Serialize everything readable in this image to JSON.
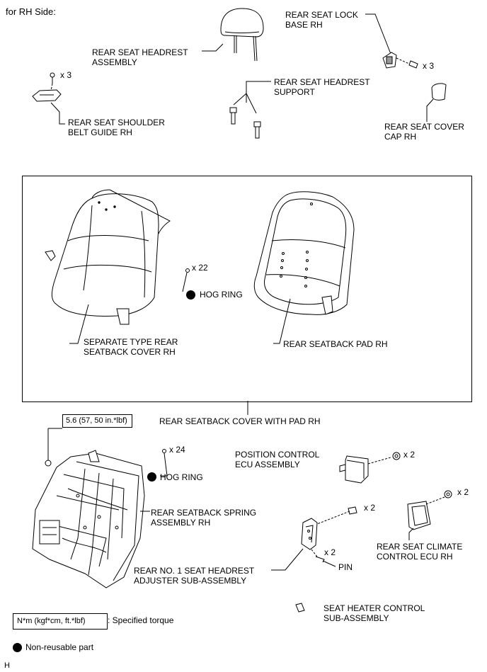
{
  "header": {
    "side_label": "for RH Side:"
  },
  "labels": {
    "headrest_assembly": "REAR SEAT HEADREST\nASSEMBLY",
    "lock_base": "REAR SEAT LOCK\nBASE RH",
    "lock_base_qty": "x 3",
    "shoulder_guide_qty": "x 3",
    "headrest_support": "REAR SEAT HEADREST\nSUPPORT",
    "shoulder_belt_guide": "REAR SEAT SHOULDER\nBELT GUIDE RH",
    "cover_cap": "REAR SEAT COVER\nCAP RH",
    "hog_ring_qty_top": "x 22",
    "hog_ring_top": "HOG RING",
    "separate_cover": "SEPARATE TYPE REAR\nSEATBACK COVER RH",
    "seatback_pad": "REAR SEATBACK PAD RH",
    "cover_with_pad": "REAR SEATBACK COVER WITH PAD RH",
    "torque_spec": "5.6 (57, 50 in.*lbf)",
    "hog_ring_qty_bottom": "x 24",
    "hog_ring_bottom": "HOG RING",
    "position_ecu": "POSITION CONTROL\nECU ASSEMBLY",
    "position_ecu_qty": "x 2",
    "climate_ecu_qty": "x 2",
    "spring_assembly": "REAR SEATBACK SPRING\nASSEMBLY RH",
    "adjuster_screw_qty": "x 2",
    "climate_ecu": "REAR SEAT CLIMATE\nCONTROL ECU RH",
    "pin_qty": "x 2",
    "pin": "PIN",
    "headrest_adjuster": "REAR NO. 1 SEAT HEADREST\nADJUSTER SUB-ASSEMBLY",
    "heater_control": "SEAT HEATER CONTROL\nSUB-ASSEMBLY"
  },
  "legend": {
    "torque_unit": "N*m (kgf*cm, ft.*lbf)",
    "torque_desc": ": Specified torque",
    "nonreusable": "Non-reusable part"
  },
  "footer": {
    "code": "H"
  }
}
